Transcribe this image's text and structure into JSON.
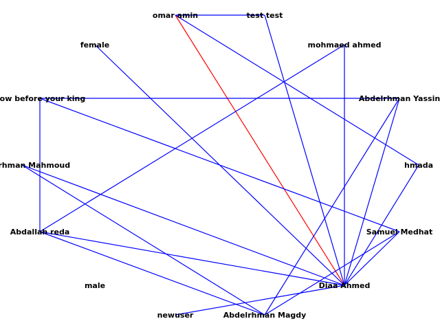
{
  "colors": {
    "edge_default": "#0000ff",
    "edge_highlight": "#ff0000",
    "label": "#000000",
    "background": "#ffffff"
  },
  "nodes": [
    {
      "id": "omar",
      "label": "omar amin"
    },
    {
      "id": "test",
      "label": "test test"
    },
    {
      "id": "female",
      "label": "female"
    },
    {
      "id": "mohmaed",
      "label": "mohmaed ahmed"
    },
    {
      "id": "bow",
      "label": "bow before your king"
    },
    {
      "id": "yassin",
      "label": "Abdelrhman Yassin"
    },
    {
      "id": "mahmoud",
      "label": "Abdelrhman Mahmoud"
    },
    {
      "id": "hmada",
      "label": "hmada"
    },
    {
      "id": "reda",
      "label": "Abdallah reda"
    },
    {
      "id": "samuel",
      "label": "Samuel Medhat"
    },
    {
      "id": "male",
      "label": "male"
    },
    {
      "id": "diaa",
      "label": "Diaa Ahmed"
    },
    {
      "id": "newuser",
      "label": "newuser"
    },
    {
      "id": "magdy",
      "label": "Abdelrhman Magdy"
    }
  ],
  "edges": [
    {
      "source": "omar",
      "target": "test",
      "highlight": false
    },
    {
      "source": "omar",
      "target": "diaa",
      "highlight": true
    },
    {
      "source": "omar",
      "target": "hmada",
      "highlight": false
    },
    {
      "source": "test",
      "target": "diaa",
      "highlight": false
    },
    {
      "source": "female",
      "target": "diaa",
      "highlight": false
    },
    {
      "source": "mohmaed",
      "target": "diaa",
      "highlight": false
    },
    {
      "source": "mohmaed",
      "target": "reda",
      "highlight": false
    },
    {
      "source": "bow",
      "target": "yassin",
      "highlight": false
    },
    {
      "source": "bow",
      "target": "reda",
      "highlight": false
    },
    {
      "source": "bow",
      "target": "samuel",
      "highlight": false
    },
    {
      "source": "yassin",
      "target": "diaa",
      "highlight": false
    },
    {
      "source": "yassin",
      "target": "magdy",
      "highlight": false
    },
    {
      "source": "mahmoud",
      "target": "diaa",
      "highlight": false
    },
    {
      "source": "mahmoud",
      "target": "magdy",
      "highlight": false
    },
    {
      "source": "hmada",
      "target": "diaa",
      "highlight": false
    },
    {
      "source": "reda",
      "target": "diaa",
      "highlight": false
    },
    {
      "source": "reda",
      "target": "magdy",
      "highlight": false
    },
    {
      "source": "samuel",
      "target": "diaa",
      "highlight": false
    },
    {
      "source": "samuel",
      "target": "magdy",
      "highlight": false
    },
    {
      "source": "diaa",
      "target": "newuser",
      "highlight": false
    }
  ]
}
